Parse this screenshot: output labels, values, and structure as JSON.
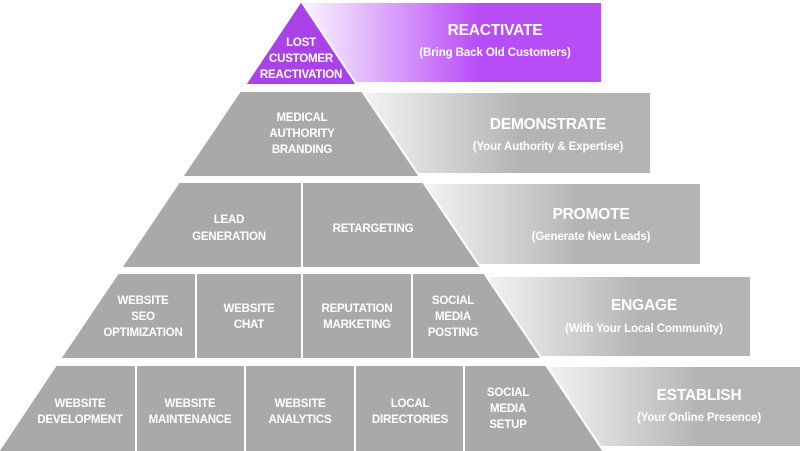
{
  "title": "Marketing Pyramid",
  "colors": {
    "pyramid_gray": "#a9a9a9",
    "pyramid_purple": "#a943e8",
    "banner_gray": "#b4b4b4",
    "banner_purple": "#b84cf7",
    "text": "#ffffff"
  },
  "pyramid": {
    "tiers": [
      {
        "cells": [
          {
            "lines": [
              "LOST",
              "CUSTOMER",
              "REACTIVATION"
            ]
          }
        ]
      },
      {
        "cells": [
          {
            "lines": [
              "MEDICAL",
              "AUTHORITY",
              "BRANDING"
            ]
          }
        ]
      },
      {
        "cells": [
          {
            "lines": [
              "LEAD",
              "GENERATION"
            ]
          },
          {
            "lines": [
              "RETARGETING"
            ]
          }
        ]
      },
      {
        "cells": [
          {
            "lines": [
              "WEBSITE",
              "SEO",
              "OPTIMIZATION"
            ]
          },
          {
            "lines": [
              "WEBSITE",
              "CHAT"
            ]
          },
          {
            "lines": [
              "REPUTATION",
              "MARKETING"
            ]
          },
          {
            "lines": [
              "SOCIAL",
              "MEDIA",
              "POSTING"
            ]
          }
        ]
      },
      {
        "cells": [
          {
            "lines": [
              "WEBSITE",
              "DEVELOPMENT"
            ]
          },
          {
            "lines": [
              "WEBSITE",
              "MAINTENANCE"
            ]
          },
          {
            "lines": [
              "WEBSITE",
              "ANALYTICS"
            ]
          },
          {
            "lines": [
              "LOCAL",
              "DIRECTORIES"
            ]
          },
          {
            "lines": [
              "SOCIAL",
              "MEDIA",
              "SETUP"
            ]
          }
        ]
      }
    ]
  },
  "banners": [
    {
      "title": "REACTIVATE",
      "subtitle": "(Bring Back Old Customers)"
    },
    {
      "title": "DEMONSTRATE",
      "subtitle": "(Your Authority & Expertise)"
    },
    {
      "title": "PROMOTE",
      "subtitle": "(Generate New Leads)"
    },
    {
      "title": "ENGAGE",
      "subtitle": "(With Your Local Community)"
    },
    {
      "title": "ESTABLISH",
      "subtitle": "(Your Online Presence)"
    }
  ]
}
